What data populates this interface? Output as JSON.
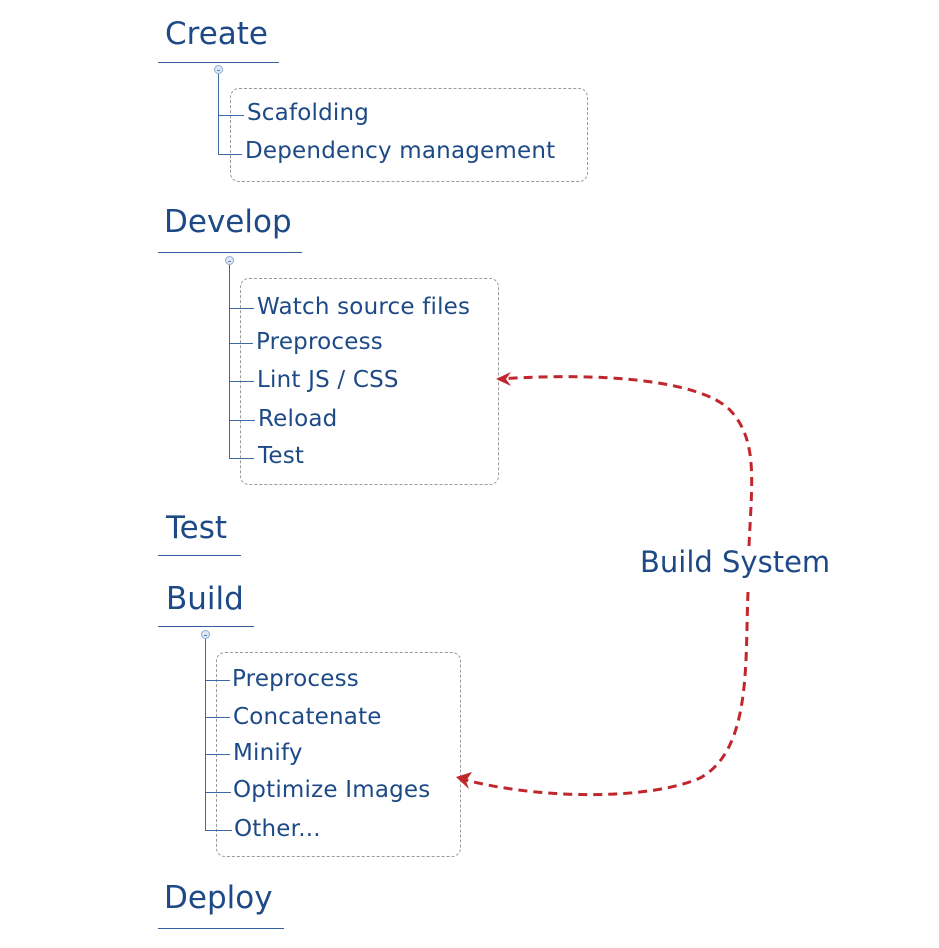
{
  "groups": {
    "create": {
      "title": "Create",
      "items": [
        "Scafolding",
        "Dependency management"
      ]
    },
    "develop": {
      "title": "Develop",
      "items": [
        "Watch source files",
        "Preprocess",
        "Lint JS / CSS",
        "Reload",
        "Test"
      ]
    },
    "test": {
      "title": "Test"
    },
    "build": {
      "title": "Build",
      "items": [
        "Preprocess",
        "Concatenate",
        "Minify",
        "Optimize Images",
        "Other..."
      ]
    },
    "deploy": {
      "title": "Deploy"
    }
  },
  "connector": {
    "label": "Build System",
    "color": "#c0272d"
  }
}
